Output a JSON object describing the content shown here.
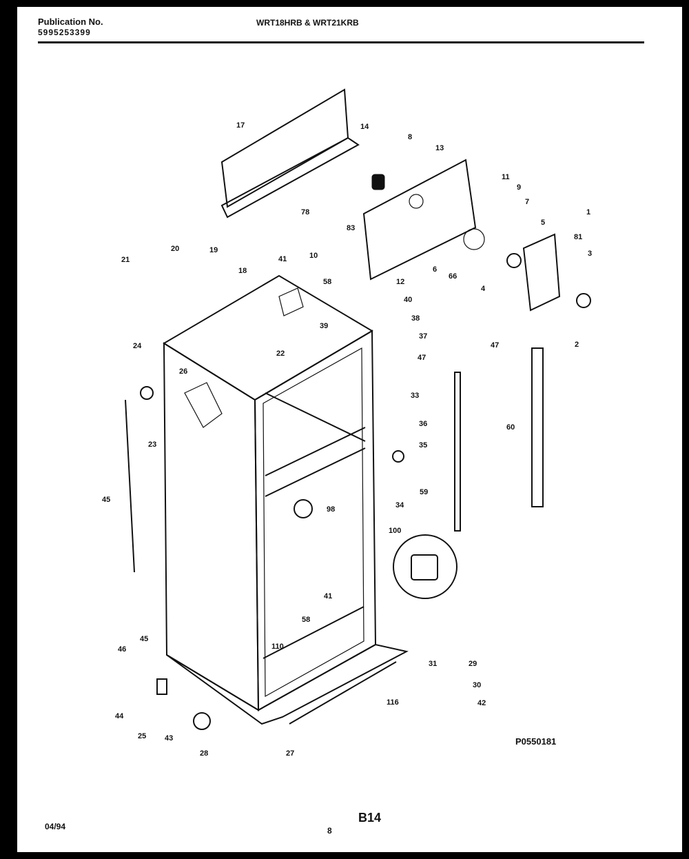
{
  "header": {
    "publication_label": "Publication No.",
    "publication_number": "5995253399",
    "model_title": "WRT18HRB & WRT21KRB"
  },
  "footer": {
    "date": "04/94",
    "page": "8",
    "section": "B14",
    "diagram_id": "P0550181"
  },
  "callouts": [
    {
      "id": "17",
      "text": "17"
    },
    {
      "id": "14",
      "text": "14"
    },
    {
      "id": "8a",
      "text": "8"
    },
    {
      "id": "13",
      "text": "13"
    },
    {
      "id": "78",
      "text": "78"
    },
    {
      "id": "83",
      "text": "83"
    },
    {
      "id": "11",
      "text": "11"
    },
    {
      "id": "9",
      "text": "9"
    },
    {
      "id": "7",
      "text": "7"
    },
    {
      "id": "1",
      "text": "1"
    },
    {
      "id": "5",
      "text": "5"
    },
    {
      "id": "10",
      "text": "10"
    },
    {
      "id": "81",
      "text": "81"
    },
    {
      "id": "3",
      "text": "3"
    },
    {
      "id": "6",
      "text": "6"
    },
    {
      "id": "66",
      "text": "66"
    },
    {
      "id": "4",
      "text": "4"
    },
    {
      "id": "12",
      "text": "12"
    },
    {
      "id": "2",
      "text": "2"
    },
    {
      "id": "21",
      "text": "21"
    },
    {
      "id": "20",
      "text": "20"
    },
    {
      "id": "19",
      "text": "19"
    },
    {
      "id": "18",
      "text": "18"
    },
    {
      "id": "41a",
      "text": "41"
    },
    {
      "id": "58a",
      "text": "58"
    },
    {
      "id": "40",
      "text": "40"
    },
    {
      "id": "39",
      "text": "39"
    },
    {
      "id": "38",
      "text": "38"
    },
    {
      "id": "37",
      "text": "37"
    },
    {
      "id": "47a",
      "text": "47"
    },
    {
      "id": "47b",
      "text": "47"
    },
    {
      "id": "24",
      "text": "24"
    },
    {
      "id": "22",
      "text": "22"
    },
    {
      "id": "26",
      "text": "26"
    },
    {
      "id": "23",
      "text": "23"
    },
    {
      "id": "33",
      "text": "33"
    },
    {
      "id": "36",
      "text": "36"
    },
    {
      "id": "35",
      "text": "35"
    },
    {
      "id": "60",
      "text": "60"
    },
    {
      "id": "45a",
      "text": "45"
    },
    {
      "id": "59",
      "text": "59"
    },
    {
      "id": "34",
      "text": "34"
    },
    {
      "id": "98",
      "text": "98"
    },
    {
      "id": "100",
      "text": "100"
    },
    {
      "id": "41b",
      "text": "41"
    },
    {
      "id": "58b",
      "text": "58"
    },
    {
      "id": "110",
      "text": "110"
    },
    {
      "id": "46",
      "text": "46"
    },
    {
      "id": "45b",
      "text": "45"
    },
    {
      "id": "31",
      "text": "31"
    },
    {
      "id": "29",
      "text": "29"
    },
    {
      "id": "30",
      "text": "30"
    },
    {
      "id": "116",
      "text": "116"
    },
    {
      "id": "42",
      "text": "42"
    },
    {
      "id": "44",
      "text": "44"
    },
    {
      "id": "25",
      "text": "25"
    },
    {
      "id": "43",
      "text": "43"
    },
    {
      "id": "28",
      "text": "28"
    },
    {
      "id": "27",
      "text": "27"
    }
  ]
}
